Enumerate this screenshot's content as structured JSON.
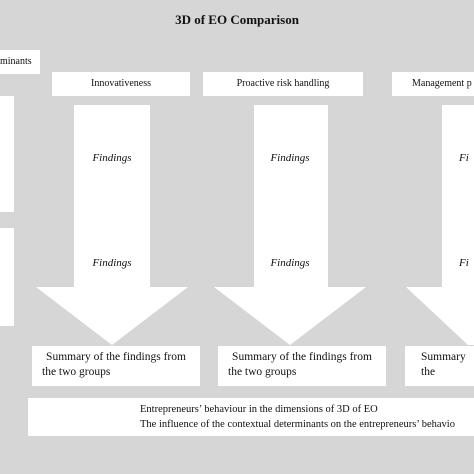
{
  "title": "3D of EO Comparison",
  "determinants_label": "minants",
  "dimensions": [
    "Innovativeness",
    "Proactive  risk handling",
    "Management p"
  ],
  "findings_label": "Findings",
  "findings_partial": "Fi",
  "summary": {
    "line1": "Summary of the findings from",
    "line2": "the two groups",
    "partial_line1": "Summary",
    "partial_line2": "the"
  },
  "conclusion": {
    "line1": "Entrepreneurs’ behaviour in the dimensions of 3D of EO",
    "line2": "The influence of the contextual determinants on the entrepreneurs’ behavio"
  },
  "colors": {
    "background": "#d6d6d6",
    "box": "#ffffff"
  }
}
